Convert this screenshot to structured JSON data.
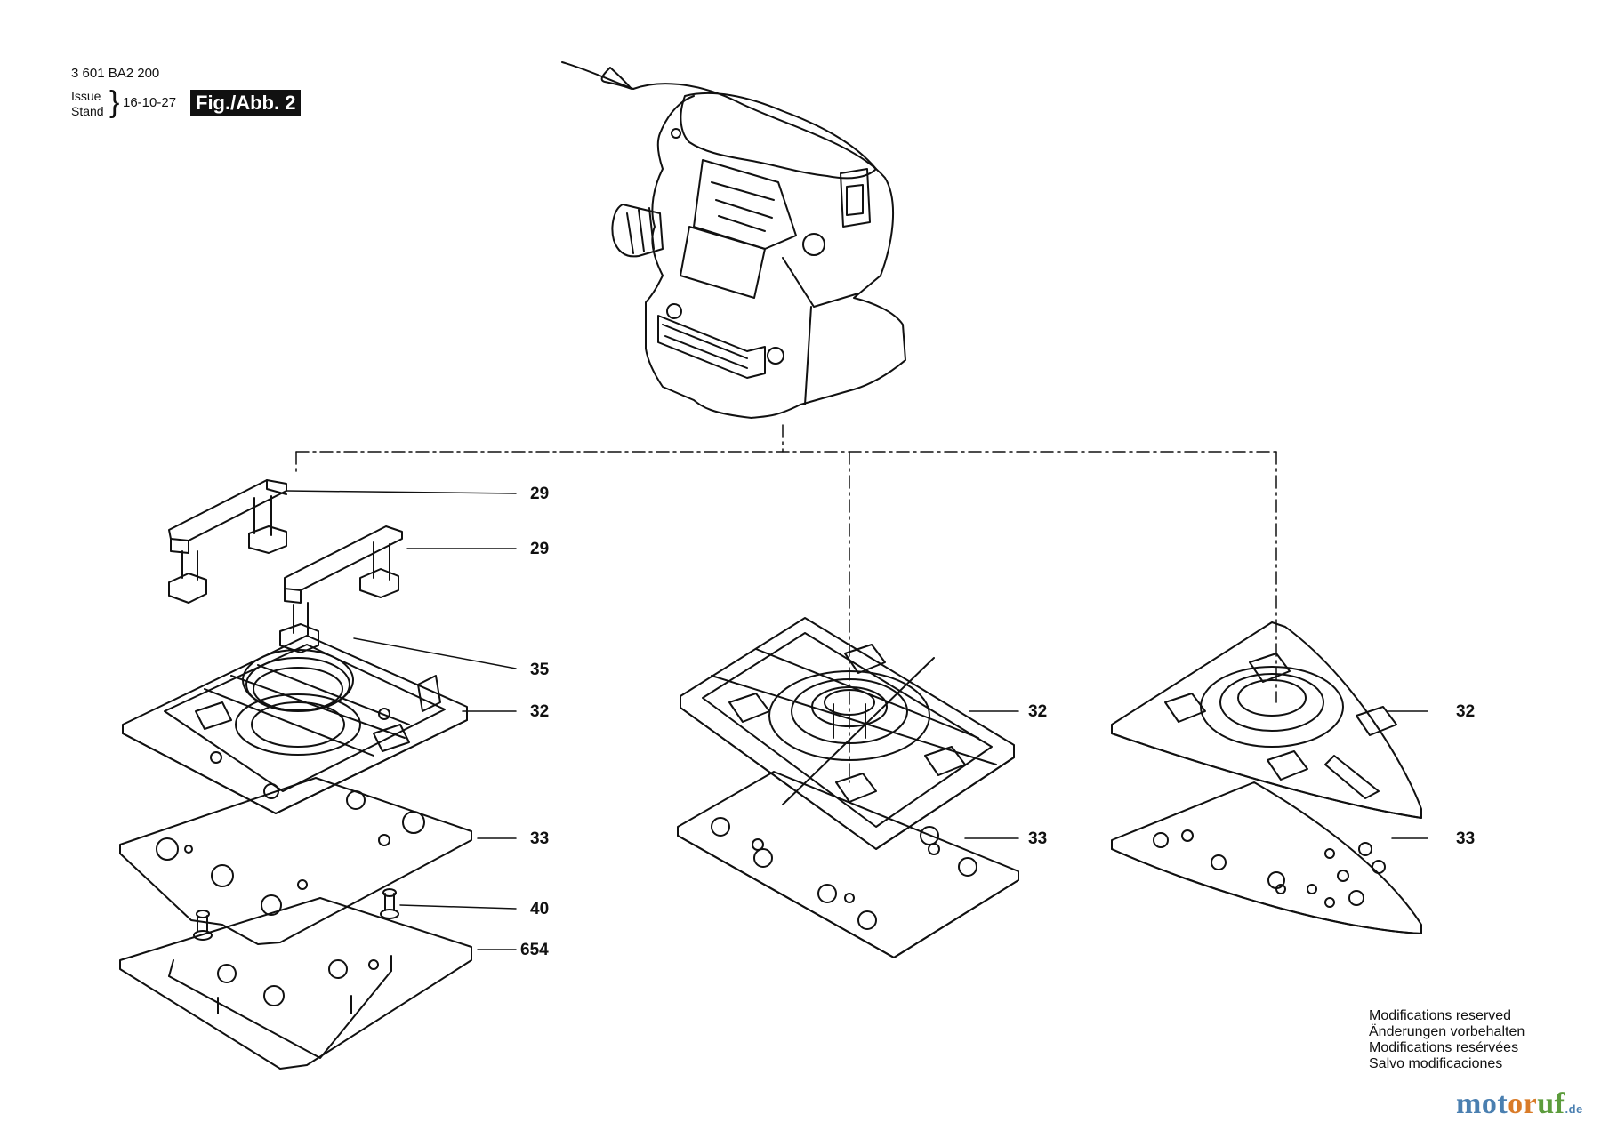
{
  "header": {
    "part_number": "3 601 BA2 200",
    "issue_label": "Issue",
    "stand_label": "Stand",
    "issue_date": "16-10-27",
    "figure_label": "Fig./Abb. 2"
  },
  "callouts": {
    "c29a": "29",
    "c29b": "29",
    "c35": "35",
    "c32_left": "32",
    "c33_left": "33",
    "c40": "40",
    "c654": "654",
    "c32_mid": "32",
    "c33_mid": "33",
    "c32_right": "32",
    "c33_right": "33"
  },
  "notice": {
    "en": "Modifications reserved",
    "de": "Änderungen vorbehalten",
    "fr": "Modifications resérvées",
    "es": "Salvo modificaciones"
  },
  "watermark": {
    "part1": "mot",
    "part2": "or",
    "part3": "uf",
    "suffix": ".de"
  },
  "colors": {
    "line": "#111111",
    "background": "#ffffff"
  }
}
